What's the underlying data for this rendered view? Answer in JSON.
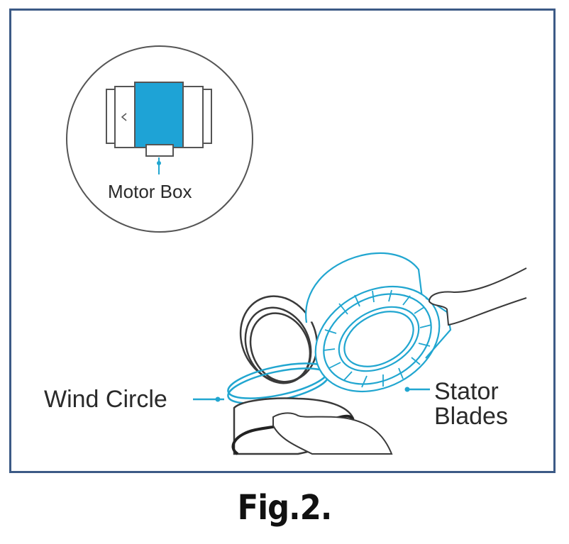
{
  "figure": {
    "caption": "Fig.2.",
    "labels": {
      "motor_box": "Motor Box",
      "wind_circle": "Wind Circle",
      "stator_line1": "Stator",
      "stator_line2": "Blades"
    }
  },
  "colors": {
    "frame_border": "#3c5a86",
    "accent": "#21a6d0",
    "motor_fill": "#1ea3d6",
    "line_art": "#3a3a3a"
  },
  "icons": [
    "motor-box-inset",
    "stator-blades-ring",
    "wind-circle-ring",
    "hand"
  ]
}
